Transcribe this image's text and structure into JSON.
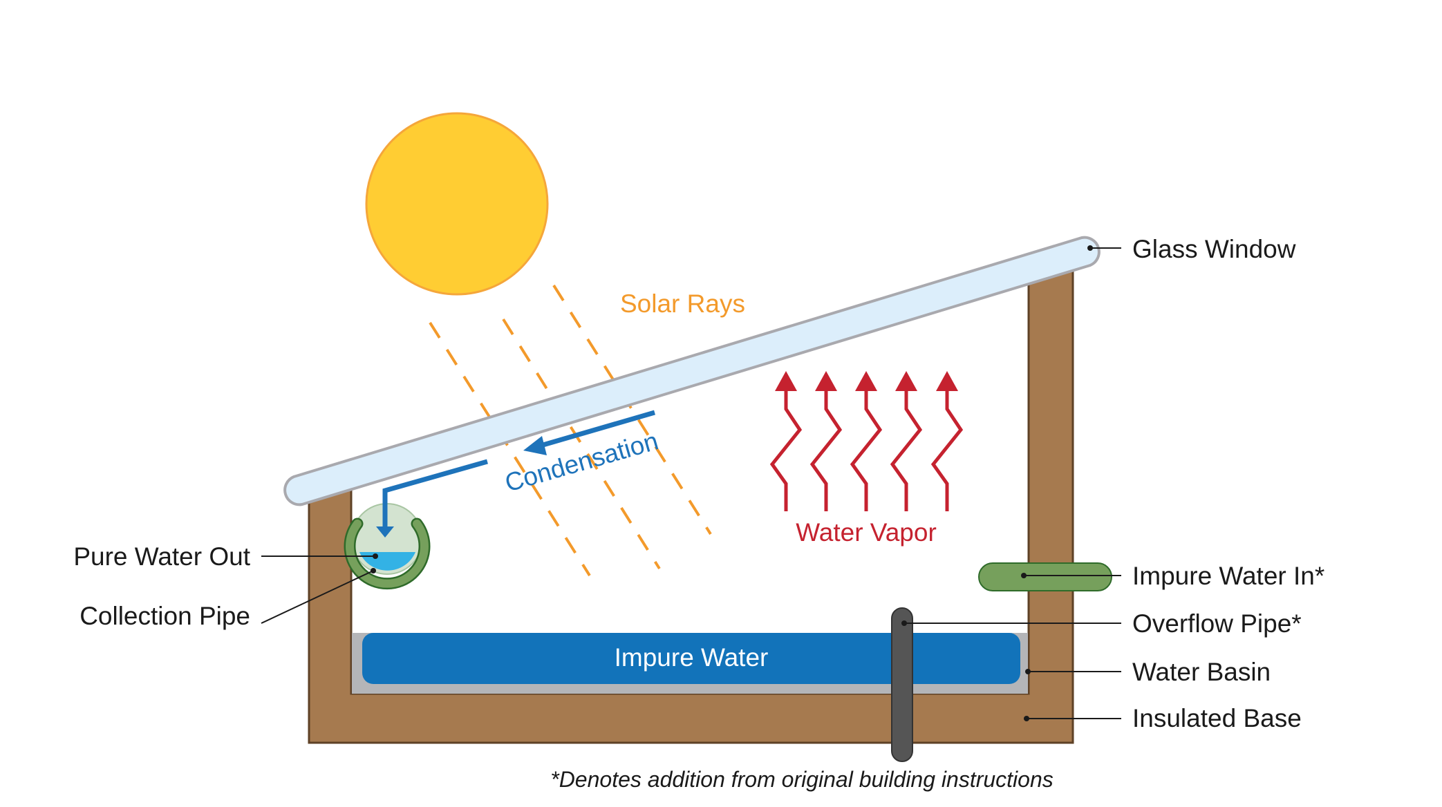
{
  "labels": {
    "solar_rays": "Solar Rays",
    "condensation": "Condensation",
    "water_vapor": "Water Vapor",
    "impure_water": "Impure Water",
    "glass_window": "Glass Window",
    "impure_water_in": "Impure Water In*",
    "overflow_pipe": "Overflow Pipe*",
    "water_basin": "Water Basin",
    "insulated_base": "Insulated Base",
    "pure_water_out": "Pure Water Out",
    "collection_pipe": "Collection Pipe"
  },
  "footnote": "*Denotes addition from original building instructions",
  "colors": {
    "sun_fill": "#FFCD33",
    "sun_stroke": "#F5A63A",
    "solar_rays": "#F39A2B",
    "glass_fill": "#DCEEFB",
    "glass_stroke": "#A9A9AE",
    "wood": "#A67A4F",
    "wood_stroke": "#5E4126",
    "impure_water": "#1273BA",
    "basin": "#B4B5B8",
    "condensation": "#1E73BA",
    "vapor": "#C5222F",
    "pipe_green": "#76A05C",
    "pipe_green_stroke": "#2F6B2A",
    "overflow_pipe": "#555555",
    "pure_water": "#33B2E5",
    "collector_glass": "#CFE0CB"
  },
  "icons": {
    "sun": "sun-icon",
    "vapor_arrow": "wavy-arrow-up-icon",
    "condensation_arrow": "arrow-left-icon",
    "drip_arrow": "arrow-down-icon"
  }
}
